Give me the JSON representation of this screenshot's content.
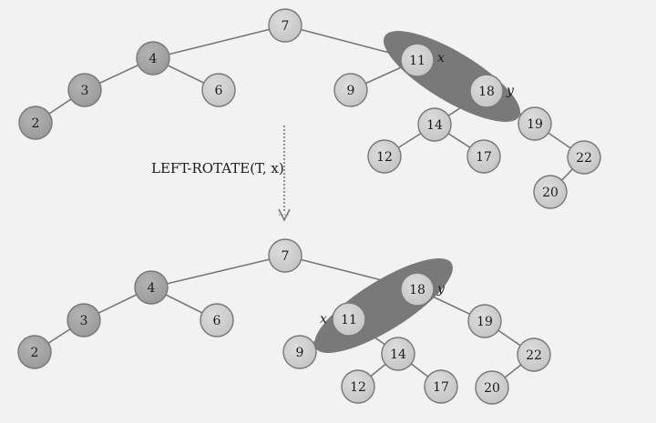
{
  "operation": {
    "name": "Left-Rotate",
    "args": [
      "T",
      "x"
    ],
    "label": "LEFT-ROTATE(T, x)"
  },
  "colors": {
    "background": "#f2f2f2",
    "node_fill": "#d0d0d0",
    "node_fill_dark": "#a4a4a4",
    "node_stroke": "#777777",
    "edge": "#777777",
    "highlight": "#6f6f6f",
    "text": "#1a1a1a",
    "arrow": "#777777"
  },
  "trees": [
    {
      "id": "before",
      "nodes": [
        {
          "key": "7",
          "shade": "light"
        },
        {
          "key": "4",
          "shade": "dark"
        },
        {
          "key": "3",
          "shade": "dark"
        },
        {
          "key": "2",
          "shade": "dark"
        },
        {
          "key": "6",
          "shade": "light"
        },
        {
          "key": "11",
          "shade": "light",
          "tag": "x"
        },
        {
          "key": "9",
          "shade": "light"
        },
        {
          "key": "18",
          "shade": "light",
          "tag": "y"
        },
        {
          "key": "14",
          "shade": "light"
        },
        {
          "key": "12",
          "shade": "light"
        },
        {
          "key": "17",
          "shade": "light"
        },
        {
          "key": "19",
          "shade": "light"
        },
        {
          "key": "22",
          "shade": "light"
        },
        {
          "key": "20",
          "shade": "light"
        }
      ],
      "edges": [
        [
          "7",
          "4"
        ],
        [
          "4",
          "3"
        ],
        [
          "3",
          "2"
        ],
        [
          "4",
          "6"
        ],
        [
          "7",
          "11"
        ],
        [
          "11",
          "9"
        ],
        [
          "11",
          "18"
        ],
        [
          "18",
          "14"
        ],
        [
          "14",
          "12"
        ],
        [
          "14",
          "17"
        ],
        [
          "18",
          "19"
        ],
        [
          "19",
          "22"
        ],
        [
          "22",
          "20"
        ]
      ],
      "highlight": [
        "11",
        "18"
      ]
    },
    {
      "id": "after",
      "nodes": [
        {
          "key": "7",
          "shade": "light"
        },
        {
          "key": "4",
          "shade": "dark"
        },
        {
          "key": "3",
          "shade": "dark"
        },
        {
          "key": "2",
          "shade": "dark"
        },
        {
          "key": "6",
          "shade": "light"
        },
        {
          "key": "18",
          "shade": "light",
          "tag": "y"
        },
        {
          "key": "11",
          "shade": "light",
          "tag": "x"
        },
        {
          "key": "9",
          "shade": "light"
        },
        {
          "key": "14",
          "shade": "light"
        },
        {
          "key": "12",
          "shade": "light"
        },
        {
          "key": "17",
          "shade": "light"
        },
        {
          "key": "19",
          "shade": "light"
        },
        {
          "key": "22",
          "shade": "light"
        },
        {
          "key": "20",
          "shade": "light"
        }
      ],
      "edges": [
        [
          "7",
          "4"
        ],
        [
          "4",
          "3"
        ],
        [
          "3",
          "2"
        ],
        [
          "4",
          "6"
        ],
        [
          "7",
          "18"
        ],
        [
          "18",
          "11"
        ],
        [
          "11",
          "9"
        ],
        [
          "11",
          "14"
        ],
        [
          "14",
          "12"
        ],
        [
          "14",
          "17"
        ],
        [
          "18",
          "19"
        ],
        [
          "19",
          "22"
        ],
        [
          "22",
          "20"
        ]
      ],
      "highlight": [
        "18",
        "11"
      ]
    }
  ]
}
